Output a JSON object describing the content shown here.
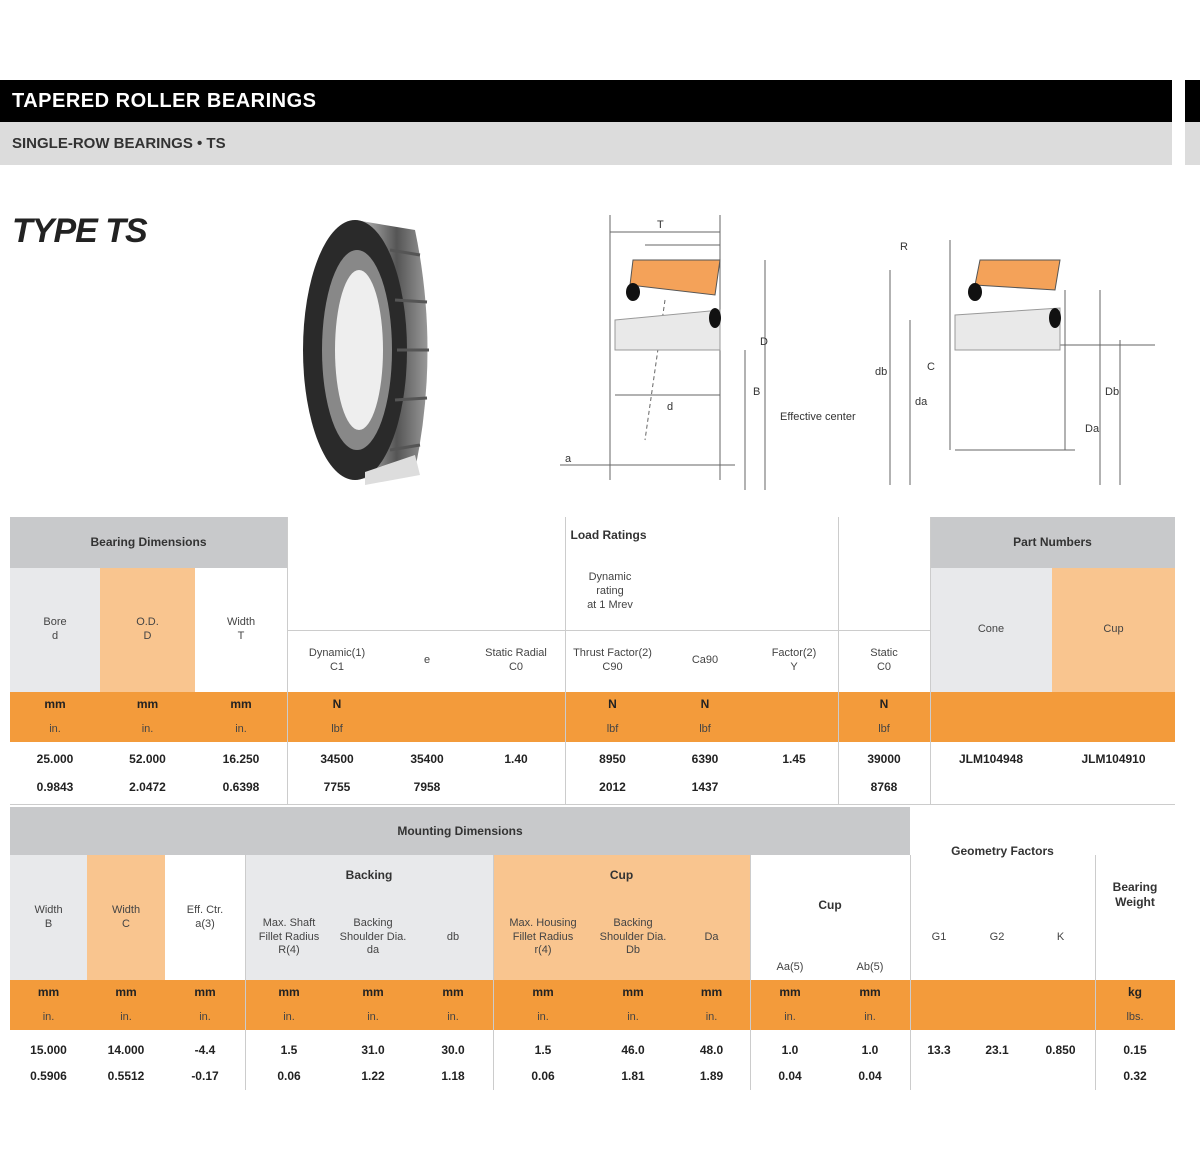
{
  "header": {
    "title": "TAPERED ROLLER BEARINGS",
    "subtitle": "SINGLE-ROW BEARINGS • TS"
  },
  "type_label": "TYPE TS",
  "diagram": {
    "label_T": "T",
    "label_D": "D",
    "label_d": "d",
    "label_B": "B",
    "label_C": "C",
    "label_a": "a",
    "label_r": "R",
    "label_da": "da",
    "label_Db": "Db",
    "label_Da": "Da",
    "label_db": "db",
    "label_effective": "Effective\ncenter"
  },
  "table1": {
    "group_dimensions": "Bearing Dimensions",
    "group_part_numbers": "Part Numbers",
    "group_ratings": "Load Ratings",
    "ratings_note": "Dynamic\nrating\nat 1 Mrev",
    "columns": [
      {
        "label": "Bore\nd"
      },
      {
        "label": "O.D.\nD"
      },
      {
        "label": "Width\nT"
      },
      {
        "label": "Dynamic(1)\nC1"
      },
      {
        "label": "e"
      },
      {
        "label": "Static Radial\nC0"
      },
      {
        "label": "Thrust Factor(2)\nC90"
      },
      {
        "label": "Ca90"
      },
      {
        "label": "Factor(2)\nY"
      },
      {
        "label": "Static\nC0"
      },
      {
        "label": "Cone"
      },
      {
        "label": "Cup"
      }
    ],
    "units": [
      [
        "mm",
        "in."
      ],
      [
        "mm",
        "in."
      ],
      [
        "mm",
        "in."
      ],
      [
        "N",
        "lbf"
      ],
      [
        "",
        ""
      ],
      [
        "",
        ""
      ],
      [
        "N",
        "lbf"
      ],
      [
        "N",
        "lbf"
      ],
      [
        "",
        ""
      ],
      [
        "N",
        "lbf"
      ],
      [
        "",
        ""
      ],
      [
        "",
        ""
      ]
    ],
    "row": [
      [
        "25.000",
        "0.9843"
      ],
      [
        "52.000",
        "2.0472"
      ],
      [
        "16.250",
        "0.6398"
      ],
      [
        "34500",
        "7755"
      ],
      [
        "35400",
        "7958"
      ],
      [
        "1.40",
        ""
      ],
      [
        "8950",
        "2012"
      ],
      [
        "6390",
        "1437"
      ],
      [
        "1.45",
        ""
      ],
      [
        "39000",
        "8768"
      ],
      [
        "JLM104948",
        ""
      ],
      [
        "JLM104910",
        ""
      ]
    ]
  },
  "table2": {
    "group_mounting": "Mounting Dimensions",
    "group_geometry": "Geometry Factors",
    "group_weight": "Bearing\nWeight",
    "group_cup": "Cup",
    "group_backing": "Backing",
    "columns": [
      {
        "label": "Width\nB"
      },
      {
        "label": "Width\nC"
      },
      {
        "label": "Eff. Ctr.\na(3)"
      },
      {
        "label": "Max. Shaft\nFillet Radius\nR(4)"
      },
      {
        "label": "Backing\nShoulder Dia.\nda"
      },
      {
        "label": "db"
      },
      {
        "label": "Max. Housing\nFillet Radius\nr(4)"
      },
      {
        "label": "Backing\nShoulder Dia.\nDb"
      },
      {
        "label": "Da"
      },
      {
        "label": "Aa(5)"
      },
      {
        "label": "Ab(5)"
      },
      {
        "label": "G1"
      },
      {
        "label": "G2"
      },
      {
        "label": "K"
      },
      {
        "label": ""
      }
    ],
    "units": [
      [
        "mm",
        "in."
      ],
      [
        "mm",
        "in."
      ],
      [
        "mm",
        "in."
      ],
      [
        "mm",
        "in."
      ],
      [
        "mm",
        "in."
      ],
      [
        "mm",
        "in."
      ],
      [
        "mm",
        "in."
      ],
      [
        "mm",
        "in."
      ],
      [
        "mm",
        "in."
      ],
      [
        "mm",
        "in."
      ],
      [
        "mm",
        "in."
      ],
      [
        "",
        ""
      ],
      [
        "",
        ""
      ],
      [
        "",
        ""
      ],
      [
        "kg",
        "lbs."
      ]
    ],
    "row": [
      [
        "15.000",
        "0.5906"
      ],
      [
        "14.000",
        "0.5512"
      ],
      [
        "-4.4",
        "-0.17"
      ],
      [
        "1.5",
        "0.06"
      ],
      [
        "31.0",
        "1.22"
      ],
      [
        "30.0",
        "1.18"
      ],
      [
        "1.5",
        "0.06"
      ],
      [
        "46.0",
        "1.81"
      ],
      [
        "48.0",
        "1.89"
      ],
      [
        "1.0",
        "0.04"
      ],
      [
        "1.0",
        "0.04"
      ],
      [
        "13.3",
        ""
      ],
      [
        "23.1",
        ""
      ],
      [
        "0.850",
        ""
      ],
      [
        "0.15",
        "0.32"
      ]
    ]
  },
  "colors": {
    "black": "#000000",
    "gray": "#c8c9cb",
    "light_gray": "#e8e9eb",
    "orange": "#f39b3b",
    "light_orange": "#f9c58f"
  }
}
